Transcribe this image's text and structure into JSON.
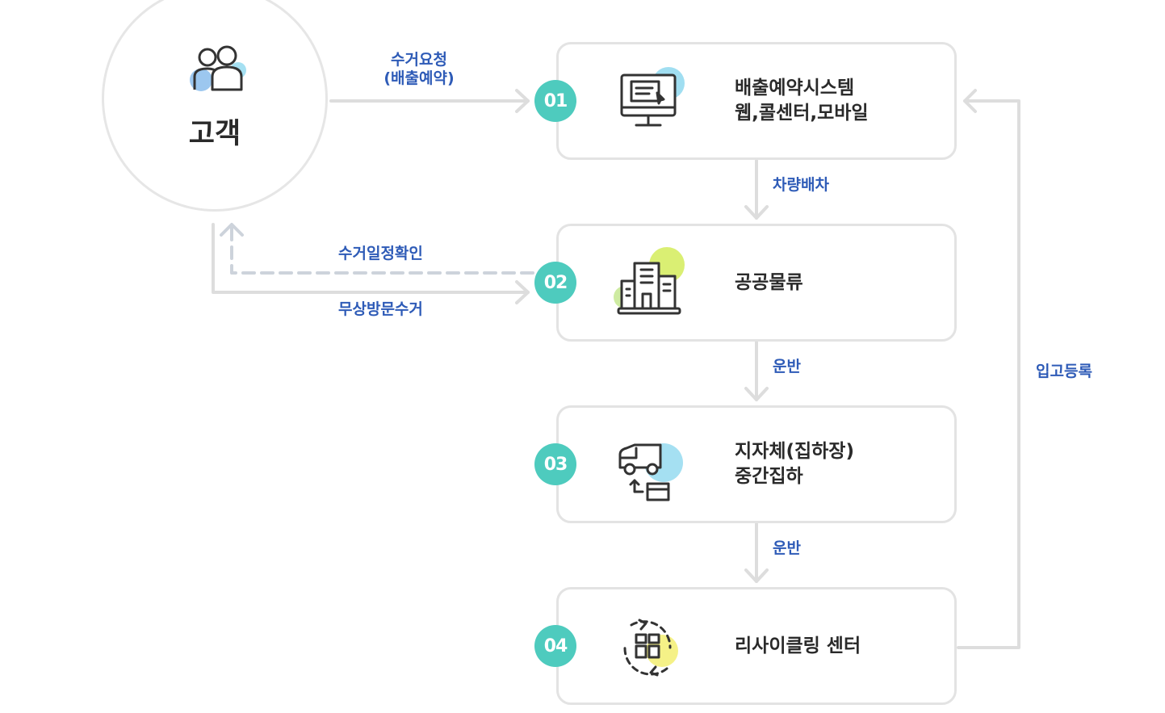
{
  "customer": {
    "label": "고객",
    "icon": "people-icon"
  },
  "steps": [
    {
      "number": "01",
      "line1": "배출예약시스템",
      "line2": "웹,콜센터,모바일",
      "icon": "monitor-icon",
      "accent": "#8fd8ef"
    },
    {
      "number": "02",
      "line1": "공공물류",
      "line2": "",
      "icon": "warehouse-icon",
      "accent": "#d4ec5a"
    },
    {
      "number": "03",
      "line1": "지자체(집하장)",
      "line2": "중간집하",
      "icon": "truck-icon",
      "accent": "#8fd8ef"
    },
    {
      "number": "04",
      "line1": "리사이클링 센터",
      "line2": "",
      "icon": "recycle-boxes-icon",
      "accent": "#f4f07a"
    }
  ],
  "flows": {
    "request": {
      "line1": "수거요청",
      "line2": "(배출예약)"
    },
    "dispatch": "차량배차",
    "confirm": "수거일정확인",
    "visit": "무상방문수거",
    "transport_1": "운반",
    "transport_2": "운반",
    "register": "입고등록"
  },
  "colors": {
    "badge": "#4ecbbe",
    "label": "#2e5bb7",
    "line": "#dddddd",
    "dashed": "#cdd3db",
    "border": "#e3e3e3"
  }
}
